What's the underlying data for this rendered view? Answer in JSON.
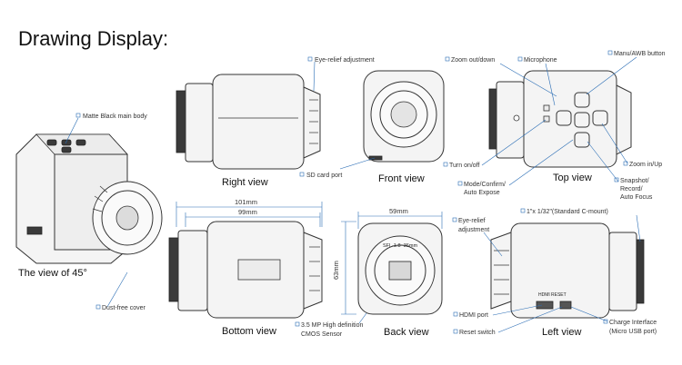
{
  "title": "Drawing Display:",
  "views": {
    "angle45": "The view of 45°",
    "right": "Right view",
    "front": "Front view",
    "top": "Top view",
    "bottom": "Bottom view",
    "back": "Back view",
    "left": "Left view"
  },
  "callouts": {
    "matte_body": "Matte Black main body",
    "eye_relief_top": "Eye-relief adjustment",
    "sd_card": "SD card port",
    "zoom_out": "Zoom out/down",
    "microphone": "Microphone",
    "manu_awb": "Manu/AWB button",
    "turn_onoff": "Turn on/off",
    "mode_confirm_1": "Mode/Confirm/",
    "mode_confirm_2": "Auto Expose",
    "zoom_in": "Zoom in/Up",
    "snapshot_1": "Snapshot/",
    "snapshot_2": "Record/",
    "snapshot_3": "Auto Focus",
    "dust_cover": "Dust-free cover",
    "sensor_1": "3.5 MP High definition",
    "sensor_2": "CMOS Sensor",
    "eye_relief_left_1": "Eye-relief",
    "eye_relief_left_2": "adjustment",
    "cmount": "1\"x 1/32\"(Standard C-mount)",
    "hdmi": "HDMI port",
    "reset": "Reset switch",
    "charge_1": "Charge Interface",
    "charge_2": "(Micro USB port)"
  },
  "dimensions": {
    "length_total": "101mm",
    "length_body": "99mm",
    "width": "59mm",
    "height": "63mm"
  },
  "lens_text": "SFL-1.8~36mm",
  "port_labels": {
    "hdmi": "HDMI",
    "reset": "RESET"
  }
}
